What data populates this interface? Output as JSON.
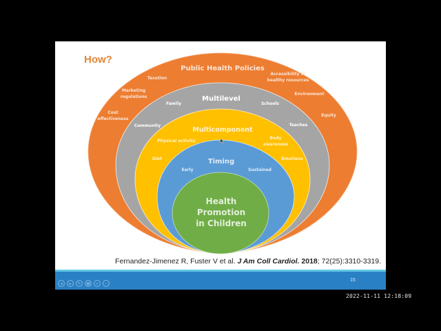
{
  "slide": {
    "title": "How?",
    "page_number": "15",
    "citation": {
      "authors": "Fernandez-Jimenez R, Fuster V et al. ",
      "journal": "J Am Coll Cardiol.",
      "year": " 2018",
      "rest": "; 72(25):3310-3319."
    }
  },
  "diagram": {
    "layers": [
      {
        "name": "Public Health Policies",
        "color": "#ed7d31",
        "items": [
          "Taxation",
          "Marketing",
          "regulations",
          "Cost",
          "effectiveness",
          "Accessibility to",
          "healthy resources",
          "Environment",
          "Equity"
        ]
      },
      {
        "name": "Multilevel",
        "color": "#a5a5a5",
        "items": [
          "Family",
          "Community",
          "Schools",
          "Teaches"
        ]
      },
      {
        "name": "Multicomponent",
        "color": "#ffc000",
        "items": [
          "Physical activity",
          "Diet",
          "Body",
          "awareness",
          "Emotions"
        ]
      },
      {
        "name": "Timing",
        "color": "#5b9bd5",
        "items": [
          "Early",
          "Sustained"
        ]
      },
      {
        "name": "Health Promotion in Children",
        "color": "#70ad47",
        "lines": [
          "Health",
          "Promotion",
          "in Children"
        ]
      }
    ]
  },
  "toolbar": {
    "buttons": [
      {
        "icon": "previous-icon",
        "glyph": "◂"
      },
      {
        "icon": "next-icon",
        "glyph": "▸"
      },
      {
        "icon": "pen-icon",
        "glyph": "✎"
      },
      {
        "icon": "slides-grid-icon",
        "glyph": "▦"
      },
      {
        "icon": "zoom-icon",
        "glyph": "⌕"
      },
      {
        "icon": "more-icon",
        "glyph": "⋯"
      }
    ]
  },
  "overlay": {
    "timestamp": "2022-11-11 12:18:09"
  }
}
